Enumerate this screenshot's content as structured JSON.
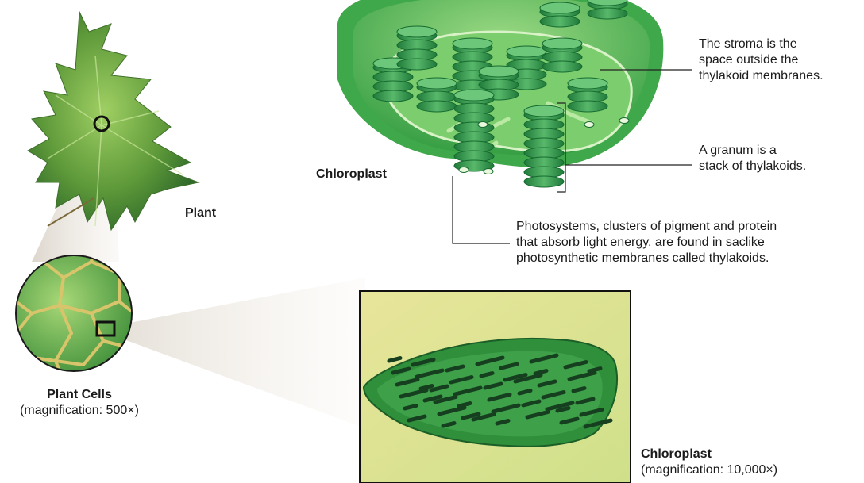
{
  "labels": {
    "plant": "Plant",
    "plant_cells_title": "Plant Cells",
    "plant_cells_mag": "(magnification: 500×)",
    "chloroplast_diagram": "Chloroplast",
    "chloroplast_micro_title": "Chloroplast",
    "chloroplast_micro_mag": "(magnification: 10,000×)"
  },
  "callouts": {
    "stroma": [
      "The stroma is the",
      "space outside the",
      "thylakoid membranes."
    ],
    "granum": [
      "A granum is a",
      "stack of thylakoids."
    ],
    "photosystems": [
      "Photosystems, clusters of pigment and protein",
      "that absorb light energy, are found in saclike",
      "photosynthetic membranes called thylakoids."
    ]
  },
  "colors": {
    "leaf": "#5f9a3a",
    "cell_wall": "#d8c46a",
    "chloroplast_outer": "#4cae4c",
    "chloroplast_inner": "#8fd17a",
    "thylakoid": "#2f8f4a",
    "micro_bg": "#e6e79a"
  }
}
